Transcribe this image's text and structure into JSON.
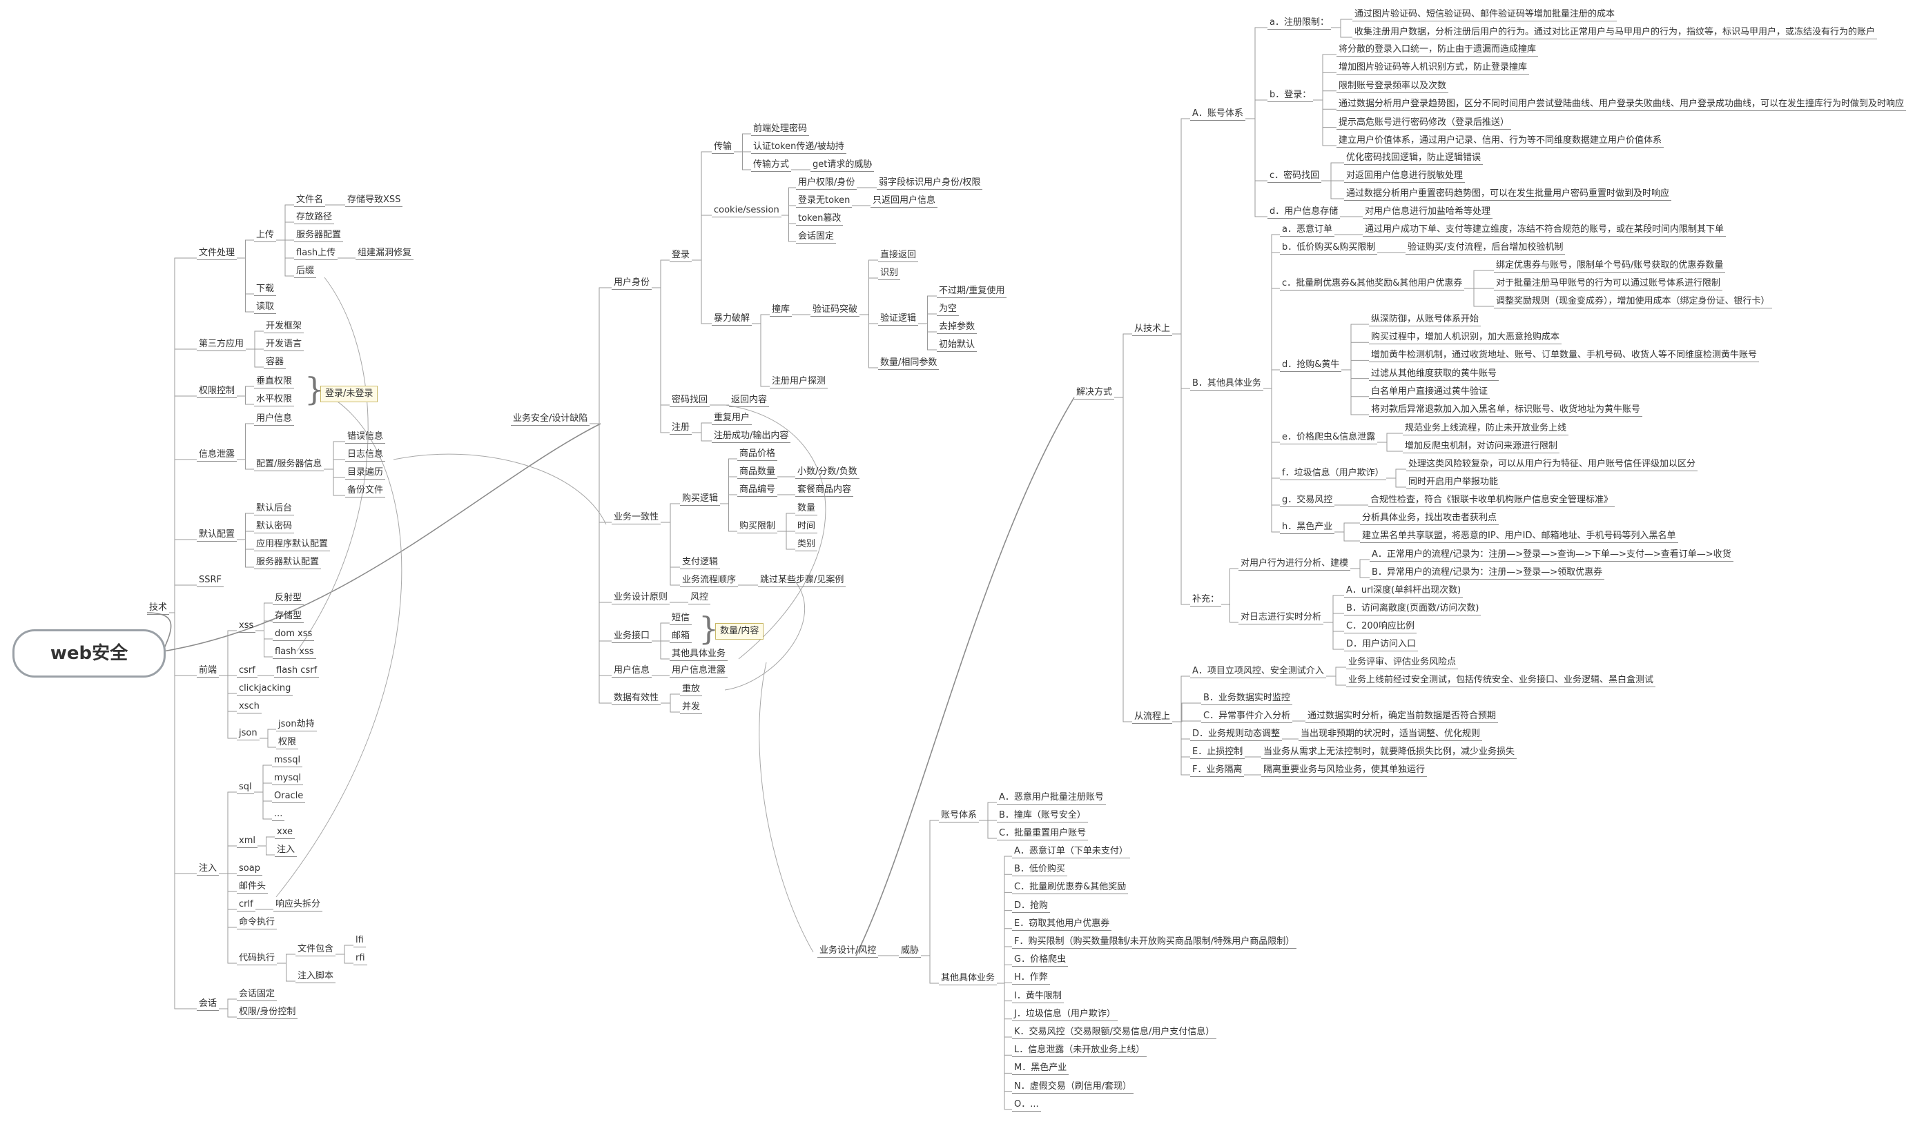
{
  "title": "web安全",
  "tags": {
    "login": "登录/未登录",
    "qty": "数量/内容"
  },
  "tech": {
    "label": "技术",
    "file": {
      "label": "文件处理",
      "upload": {
        "label": "上传",
        "name": "文件名",
        "name_xss": "存储导致XSS",
        "path": "存放路径",
        "server": "服务器配置",
        "flash": "flash上传",
        "flash_fix": "组建漏洞修复",
        "backdoor": "后缀"
      },
      "download": "下载",
      "read": "读取"
    },
    "third": {
      "label": "第三方应用",
      "framework": "开发框架",
      "lang": "开发语言",
      "container": "容器"
    },
    "perm": {
      "label": "权限控制",
      "vertical": "垂直权限",
      "horizontal": "水平权限"
    },
    "leak": {
      "label": "信息泄露",
      "user": "用户信息",
      "config": "配置/服务器信息",
      "err": "错误信息",
      "log": "日志信息",
      "dir": "目录遍历",
      "backup": "备份文件"
    },
    "default": {
      "label": "默认配置",
      "backend": "默认后台",
      "pwd": "默认密码",
      "app": "应用程序默认配置",
      "server": "服务器默认配置"
    },
    "ssrf": "SSRF",
    "front": {
      "label": "前端",
      "xss": {
        "label": "xss",
        "reflect": "反射型",
        "stored": "存储型",
        "dom": "dom xss",
        "flash": "flash xss"
      },
      "csrf": "csrf",
      "flash_csrf": "flash csrf",
      "clickjacking": "clickjacking",
      "xsch": "xsch",
      "json": {
        "label": "json",
        "hijack": "json劫持",
        "perm": "权限"
      }
    },
    "inject": {
      "label": "注入",
      "sql": {
        "label": "sql",
        "mssql": "mssql",
        "mysql": "mysql",
        "oracle": "Oracle",
        "more": "..."
      },
      "xml": {
        "label": "xml",
        "xxe": "xxe",
        "inj": "注入"
      },
      "soap": "soap",
      "mail": "邮件头",
      "crlf": "crlf",
      "crlf_split": "响应头拆分",
      "cmd": "命令执行",
      "code": {
        "label": "代码执行",
        "include": "文件包含",
        "lfi": "lfi",
        "rfi": "rfi",
        "script": "注入脚本"
      }
    },
    "session": {
      "label": "会话",
      "fixation": "会话固定",
      "perm": "权限/身份控制"
    }
  },
  "biz": {
    "label": "业务安全/设计缺陷",
    "identity": {
      "label": "用户身份",
      "login": {
        "label": "登录",
        "transfer": {
          "label": "传输",
          "front": "前端处理密码",
          "token": "认证token传递/被劫持",
          "method": "传输方式",
          "get": "get请求的威胁"
        },
        "cookie": {
          "label": "cookie/session",
          "perm": "用户权限/身份",
          "weak": "弱字段标识用户身份/权限",
          "notoken": "登录无token",
          "only": "只返回用户信息",
          "token_forge": "token篡改",
          "fixed": "会话固定"
        },
        "brute": {
          "label": "暴力破解",
          "crash": "撞库",
          "captcha": {
            "label": "验证码突破",
            "direct": "直接返回",
            "recognize": "识别",
            "logic": "验证逻辑",
            "unlimited": "不过期/重复使用",
            "empty": "为空",
            "drop": "去掉参数",
            "init": "初始默认"
          },
          "same": "数量/相同参数",
          "probe": "注册用户探测"
        }
      },
      "pwd_back": "密码找回",
      "pwd_back_ret": "返回内容",
      "register": {
        "label": "注册",
        "dup": "重复用户",
        "success": "注册成功/输出内容"
      }
    },
    "consist": {
      "label": "业务一致性",
      "buy": {
        "label": "购买逻辑",
        "price": "商品价格",
        "count": "商品数量",
        "count_val": "小数/分数/负数",
        "id": "商品编号",
        "id_val": "套餐商品内容",
        "limit": "购买限制",
        "qty": "数量",
        "time": "时间",
        "type": "类别"
      },
      "pay": "支付逻辑",
      "flow": "业务流程顺序",
      "flow_val": "跳过某些步骤/见案例"
    },
    "principle": "业务设计原则",
    "risk": "风控",
    "api": {
      "label": "业务接口",
      "sms": "短信",
      "mail": "邮箱",
      "other": "其他具体业务"
    },
    "userinfo": {
      "label": "用户信息",
      "leak": "用户信息泄露"
    },
    "valid": {
      "label": "数据有效性",
      "replay": "重放",
      "concurrent": "并发"
    }
  },
  "risk": {
    "label": "业务设计/风控",
    "account": {
      "label": "账号体系",
      "a": "A．恶意用户批量注册账号",
      "b": "B．撞库（账号安全）",
      "c": "C．批量重置用户账号"
    },
    "threat": "威胁",
    "other": {
      "label": "其他具体业务",
      "items": [
        "A．恶意订单（下单未支付）",
        "B．低价购买",
        "C．批量刷优惠券&其他奖励",
        "D．抢购",
        "E．窃取其他用户优惠券",
        "F．购买限制（购买数量限制/未开放购买商品限制/特殊用户商品限制）",
        "G．价格爬虫",
        "H．作弊",
        "I．黄牛限制",
        "J．垃圾信息（用户欺诈）",
        "K．交易风控（交易限额/交易信息/用户支付信息）",
        "L．信息泄露（未开放业务上线）",
        "M．黑色产业",
        "N．虚假交易（刷信用/套现）",
        "O．..."
      ]
    }
  },
  "solution": {
    "label": "解决方式",
    "tech": {
      "label": "从技术上",
      "account": {
        "label": "A．账号体系",
        "reg": {
          "label": "a．注册限制：",
          "items": [
            "通过图片验证码、短信验证码、邮件验证码等增加批量注册的成本",
            "收集注册用户数据，分析注册后用户的行为。通过对比正常用户与马甲用户的行为，指纹等，标识马甲用户，或冻结没有行为的账户"
          ]
        },
        "login": {
          "label": "b．登录：",
          "items": [
            "将分散的登录入口统一，防止由于遗漏而造成撞库",
            "增加图片验证码等人机识别方式，防止登录撞库",
            "限制账号登录频率以及次数",
            "通过数据分析用户登录趋势图，区分不同时间用户尝试登陆曲线、用户登录失败曲线、用户登录成功曲线，可以在发生撞库行为时做到及时响应",
            "提示高危账号进行密码修改（登录后推送）",
            "建立用户价值体系，通过用户记录、信用、行为等不同维度数据建立用户价值体系"
          ]
        },
        "pwd": {
          "label": "c．密码找回",
          "items": [
            "优化密码找回逻辑，防止逻辑错误",
            "对返回用户信息进行脱敏处理",
            "通过数据分析用户重置密码趋势图，可以在发生批量用户密码重置时做到及时响应"
          ]
        },
        "store": {
          "label": "d．用户信息存储",
          "val": "对用户信息进行加盐哈希等处理"
        }
      },
      "biz": {
        "label": "B．其他具体业务",
        "a": {
          "label": "a．恶意订单",
          "val": "通过用户成功下单、支付等建立维度，冻结不符合规范的账号，或在某段时间内限制其下单"
        },
        "b": {
          "label": "b．低价购买&购买限制",
          "val": "验证购买/支付流程，后台增加校验机制"
        },
        "c": {
          "label": "c．批量刷优惠券&其他奖励&其他用户优惠券",
          "items": [
            "绑定优惠券与账号，限制单个号码/账号获取的优惠券数量",
            "对于批量注册马甲账号的行为可以通过账号体系进行限制",
            "调整奖励规则（现金变成券），增加使用成本（绑定身份证、银行卡）"
          ]
        },
        "d": {
          "label": "d．抢购&黄牛",
          "items": [
            "纵深防御，从账号体系开始",
            "购买过程中，增加人机识别，加大恶意抢购成本",
            "增加黄牛检测机制，通过收货地址、账号、订单数量、手机号码、收货人等不同维度检测黄牛账号",
            "过滤从其他维度获取的黄牛账号",
            "白名单用户直接通过黄牛验证",
            "将对款后异常退款加入加入黑名单，标识账号、收货地址为黄牛账号"
          ]
        },
        "e": {
          "label": "e．价格爬虫&信息泄露",
          "items": [
            "规范业务上线流程，防止未开放业务上线",
            "增加反爬虫机制，对访问来源进行限制"
          ]
        },
        "f": {
          "label": "f．垃圾信息（用户欺诈）",
          "items": [
            "处理这类风险较复杂，可以从用户行为特征、用户账号信任评级加以区分",
            "同时开启用户举报功能"
          ]
        },
        "g": {
          "label": "g．交易风控",
          "val": "合规性检查，符合《银联卡收单机构账户信息安全管理标准》"
        },
        "h": {
          "label": "h．黑色产业",
          "items": [
            "分析具体业务，找出攻击者获利点",
            "建立黑名单共享联盟，将恶意的IP、用户ID、邮箱地址、手机号码等列入黑名单"
          ]
        }
      },
      "supp": {
        "label": "补充：",
        "behavior": {
          "label": "对用户行为进行分析、建模",
          "a": "A．正常用户的流程/记录为：注册—>登录—>查询—>下单—>支付—>查看订单—>收货",
          "b": "B．异常用户的流程/记录为：注册—>登录—>领取优惠券"
        },
        "log": {
          "label": "对日志进行实时分析",
          "a": "A．url深度(单斜杆出现次数)",
          "b": "B．访问离散度(页面数/访问次数)",
          "c": "C．200响应比例",
          "d": "D．用户访问入口"
        }
      }
    },
    "flow": {
      "label": "从流程上",
      "a": {
        "label": "A．项目立项风控、安全测试介入",
        "items": [
          "业务评审、评估业务风险点",
          "业务上线前经过安全测试，包括传统安全、业务接口、业务逻辑、黑白盒测试"
        ]
      },
      "b": "B．业务数据实时监控",
      "c": {
        "label": "C．异常事件介入分析",
        "val": "通过数据实时分析，确定当前数据是否符合预期"
      },
      "d": {
        "label": "D．业务规则动态调整",
        "val": "当出现非预期的状况时，适当调整、优化规则"
      },
      "e": {
        "label": "E．止损控制",
        "val": "当业务从需求上无法控制时，就要降低损失比例，减少业务损失"
      },
      "f": {
        "label": "F．业务隔离",
        "val": "隔离重要业务与风险业务，使其单独运行"
      }
    }
  }
}
